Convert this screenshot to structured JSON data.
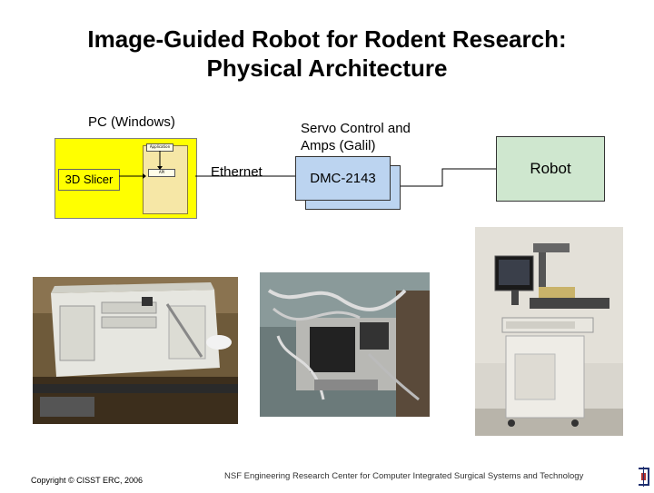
{
  "slide": {
    "title_line1": "Image-Guided Robot for Rodent Research:",
    "title_line2": "Physical Architecture"
  },
  "diagram": {
    "pc_label": "PC (Windows)",
    "app_box_label": "Application",
    "api_box_label": "API",
    "slicer_label": "3D Slicer",
    "ethernet_label": "Ethernet",
    "servo_label_line1": "Servo Control and",
    "servo_label_line2": "Amps (Galil)",
    "dmc_label": "DMC-2143",
    "robot_label": "Robot",
    "colors": {
      "pc_fill": "#ffff00",
      "dmc_fill": "#bcd4f0",
      "robot_fill": "#cfe7cf"
    }
  },
  "photos": {
    "pc_photo": "pc-computer-photo",
    "controller_photo": "servo-controller-photo",
    "robot_photo": "robot-cart-photo"
  },
  "footer": {
    "copyright": "Copyright © CISST ERC, 2006",
    "organization": "NSF Engineering Research Center for Computer Integrated Surgical Systems and Technology"
  }
}
